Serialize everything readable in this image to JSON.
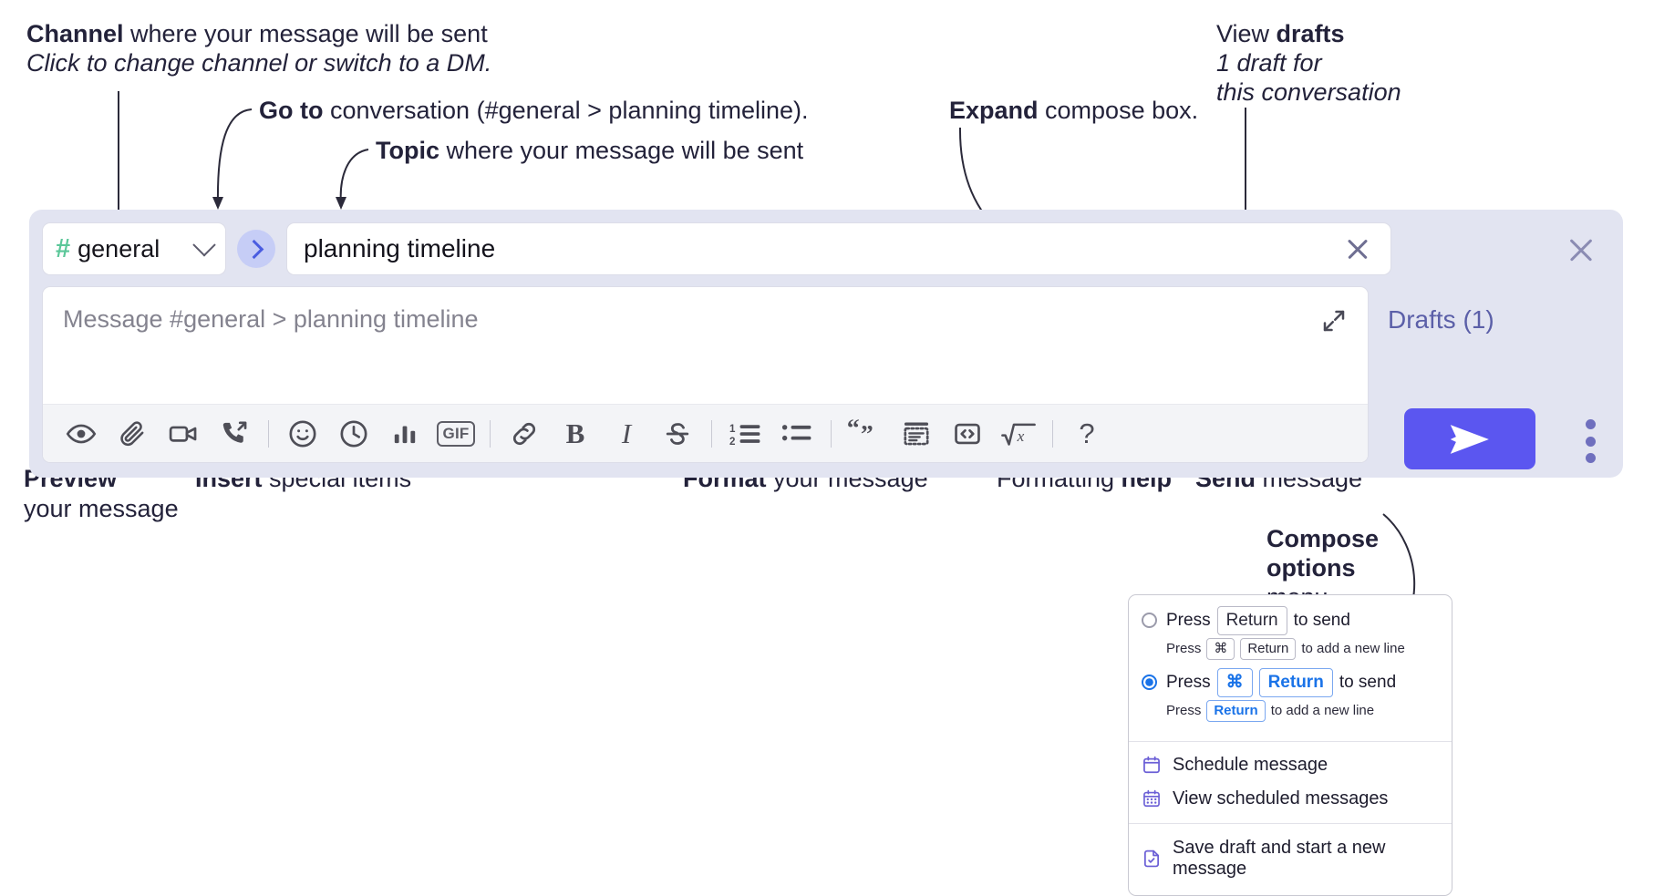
{
  "annotations": {
    "channel": {
      "bold": "Channel",
      "rest": " where your message will be sent",
      "sub": "Click to change channel or switch to a DM."
    },
    "goto": {
      "bold": "Go to",
      "rest": " conversation (#general > planning timeline)."
    },
    "topic": {
      "bold": "Topic",
      "rest": " where your message will be sent"
    },
    "expand": {
      "bold": "Expand",
      "rest": " compose box."
    },
    "drafts": {
      "line1_plain": "View ",
      "line1_bold": "drafts",
      "line2": "1 draft for",
      "line3": "this conversation"
    },
    "preview": {
      "bold": "Preview",
      "rest": "your message"
    },
    "insert": {
      "bold": "Insert",
      "rest": " special items"
    },
    "format": {
      "bold": "Format",
      "rest": " your message"
    },
    "help": {
      "plain": "Formatting ",
      "bold": "help"
    },
    "send": {
      "bold": "Send",
      "rest": " message"
    },
    "compose_options": {
      "line1": "Compose",
      "line2": "options",
      "line3": "menu"
    }
  },
  "compose": {
    "channel_chip": {
      "hash": "#",
      "name": "general"
    },
    "goto_button_label": "Go to conversation",
    "topic_value": "planning timeline",
    "topic_clear_label": "Clear topic",
    "message_placeholder": "Message #general > planning timeline",
    "expand_label": "Expand compose box",
    "drafts_label": "Drafts (1)",
    "send_label": "Send",
    "close_label": "Close",
    "kebab_label": "Compose options",
    "toolbar": [
      {
        "name": "preview-icon",
        "label": "Preview"
      },
      {
        "name": "attachment-icon",
        "label": "Attach file"
      },
      {
        "name": "video-icon",
        "label": "Record video clip"
      },
      {
        "name": "call-icon",
        "label": "Start a call"
      },
      {
        "name": "separator",
        "label": ""
      },
      {
        "name": "emoji-icon",
        "label": "Emoji"
      },
      {
        "name": "clock-icon",
        "label": "Schedule"
      },
      {
        "name": "poll-icon",
        "label": "Poll"
      },
      {
        "name": "gif-icon",
        "label": "GIF"
      },
      {
        "name": "separator",
        "label": ""
      },
      {
        "name": "link-icon",
        "label": "Link"
      },
      {
        "name": "bold-icon",
        "label": "B"
      },
      {
        "name": "italic-icon",
        "label": "I"
      },
      {
        "name": "strikethrough-icon",
        "label": "Strikethrough"
      },
      {
        "name": "separator",
        "label": ""
      },
      {
        "name": "ordered-list-icon",
        "label": "Ordered list"
      },
      {
        "name": "bulleted-list-icon",
        "label": "Bulleted list"
      },
      {
        "name": "separator",
        "label": ""
      },
      {
        "name": "blockquote-icon",
        "label": "Blockquote"
      },
      {
        "name": "code-block-icon",
        "label": "Code block"
      },
      {
        "name": "inline-code-icon",
        "label": "Code"
      },
      {
        "name": "math-icon",
        "label": "Math"
      },
      {
        "name": "separator",
        "label": ""
      },
      {
        "name": "help-icon",
        "label": "?"
      }
    ]
  },
  "menu": {
    "options": [
      {
        "selected": false,
        "press": "Press",
        "key": "Return",
        "tail": "to send",
        "sub_press": "Press",
        "sub_key1": "⌘",
        "sub_key2": "Return",
        "sub_tail": "to add a new line"
      },
      {
        "selected": true,
        "press": "Press",
        "key1": "⌘",
        "key2": "Return",
        "tail": "to send",
        "sub_press": "Press",
        "sub_key1": "Return",
        "sub_tail": "to add a new line"
      }
    ],
    "items": [
      {
        "icon": "calendar-icon",
        "label": "Schedule message"
      },
      {
        "icon": "calendar-grid-icon",
        "label": "View scheduled messages"
      },
      {
        "icon": "save-draft-icon",
        "label": "Save draft and start a new message"
      }
    ]
  },
  "colors": {
    "panel_bg": "#e2e4f1",
    "send_button": "#5b56f0",
    "accent_link": "#5b5fa8",
    "hash_green": "#5bc799",
    "goto_bubble": "#c6cdf6",
    "radio_blue": "#1a73e8"
  }
}
